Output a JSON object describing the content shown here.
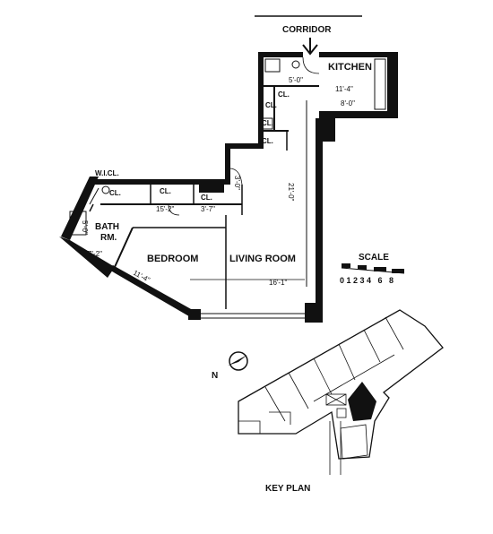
{
  "labels": {
    "corridor": "CORRIDOR",
    "kitchen": "KITCHEN",
    "wic": "W.I.CL.",
    "cl": "CL.",
    "bath": "BATH",
    "rm": "RM.",
    "bedroom": "BEDROOM",
    "living_room": "LIVING ROOM",
    "scale": "SCALE",
    "scale_ticks": "0 1 2 3 4   6   8",
    "north": "N",
    "key_plan": "KEY PLAN"
  },
  "dimensions": {
    "kitchen_w": "11'-4\"",
    "kitchen_h": "8'-0\"",
    "foyer_w": "5'-0\"",
    "living_len": "21'-0\"",
    "living_w": "16'-1\"",
    "bedroom_w": "11'-4\"",
    "bath_w": "7'-2\"",
    "cl_a": "15'-2\"",
    "cl_b": "3'-7\"",
    "cl_c": "3'-0\"",
    "bath_d": "5'-0\""
  }
}
